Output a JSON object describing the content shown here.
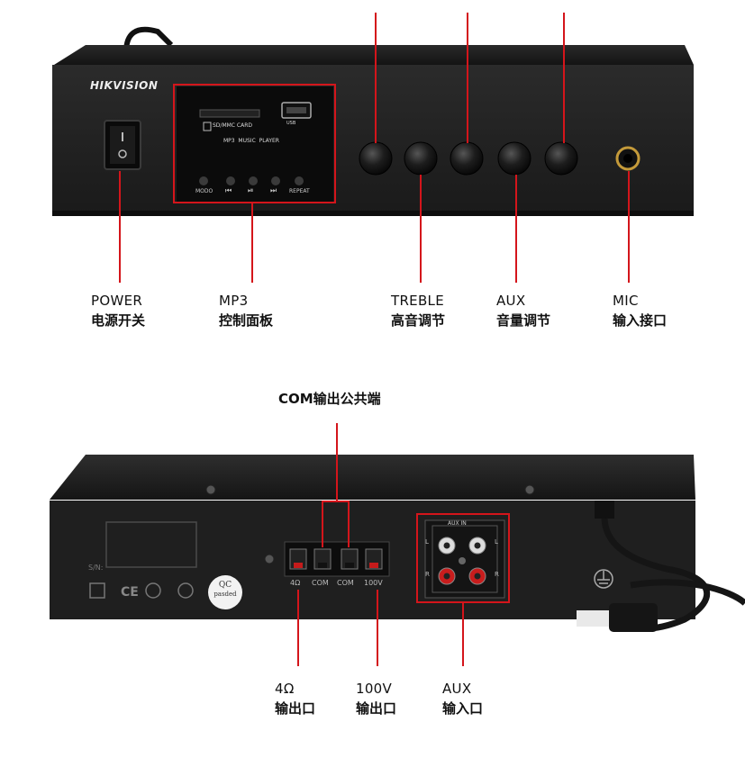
{
  "front": {
    "brand": "HIKVISION",
    "card_label": "SD/MMC CARD",
    "usb_label": "USB",
    "player_title": "MP3  MUSIC  PLAYER",
    "buttons": [
      "MODO",
      "⏮",
      "⏯",
      "⏭",
      "REPEAT"
    ]
  },
  "front_callouts": [
    {
      "en": "POWER",
      "cn": "电源开关"
    },
    {
      "en": "MP3",
      "cn": "控制面板"
    },
    {
      "en": "TREBLE",
      "cn": "高音调节"
    },
    {
      "en": "AUX",
      "cn": "音量调节"
    },
    {
      "en": "MIC",
      "cn": "输入接口"
    }
  ],
  "back": {
    "com_title": "COM输出公共端",
    "terminal_labels": [
      "4Ω",
      "COM",
      "COM",
      "100V"
    ],
    "aux_in_label": "AUX IN",
    "aux_channels": [
      "L",
      "L",
      "R",
      "R"
    ],
    "sn_label": "S/N:",
    "qc_line1": "QC",
    "qc_line2": "pasded"
  },
  "back_callouts": [
    {
      "en": "4Ω",
      "cn": "输出口"
    },
    {
      "en": "100V",
      "cn": "输出口"
    },
    {
      "en": "AUX",
      "cn": "输入口"
    }
  ],
  "colors": {
    "accent": "#d4151b",
    "panel": "#1e1e1e"
  }
}
